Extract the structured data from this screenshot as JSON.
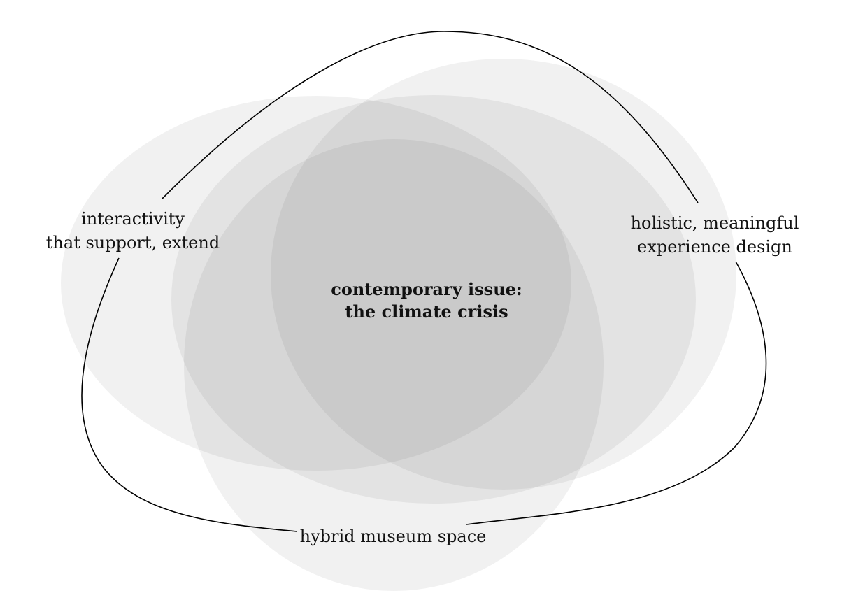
{
  "diagram": {
    "center": {
      "line1": "contemporary issue:",
      "line2": "the climate crisis"
    },
    "nodes": {
      "top_left": {
        "line1": "interactivity",
        "line2": "that support, extend"
      },
      "top_right": {
        "line1": "holistic, meaningful",
        "line2": "experience design"
      },
      "bottom": {
        "line1": "hybrid museum space"
      }
    },
    "colors": {
      "background": "#ffffff",
      "blob_fill": "#f1f1f1",
      "connector": "#000000",
      "text": "#111111"
    }
  }
}
